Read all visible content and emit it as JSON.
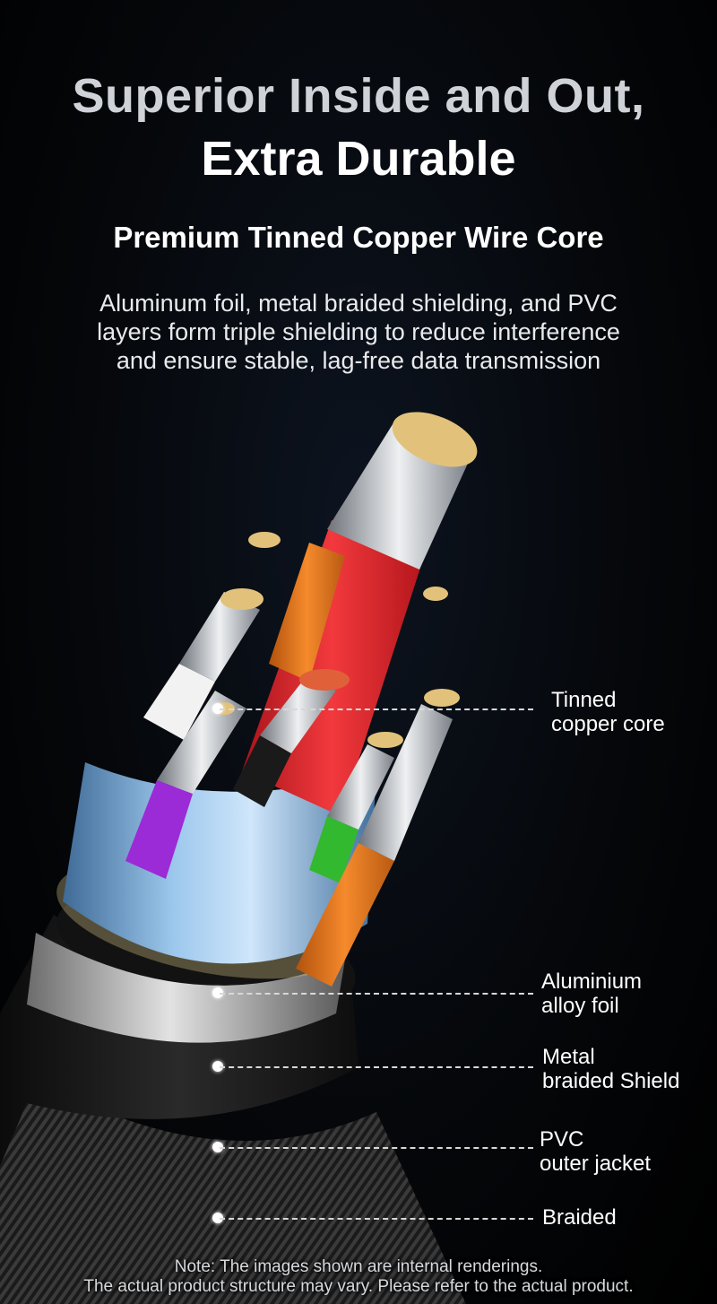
{
  "headline": {
    "line1": "Superior Inside and Out,",
    "line2": "Extra Durable"
  },
  "subtitle": "Premium Tinned Copper Wire Core",
  "description": {
    "line1": "Aluminum foil, metal braided shielding, and PVC",
    "line2": "layers form triple shielding to reduce interference",
    "line3": "and ensure stable, lag-free data transmission"
  },
  "callouts": [
    {
      "line1": "Tinned",
      "line2": "copper core"
    },
    {
      "line1": "Aluminium",
      "line2": "alloy foil"
    },
    {
      "line1": "Metal",
      "line2": "braided Shield"
    },
    {
      "line1": "PVC",
      "line2": "outer jacket"
    },
    {
      "line1": "Braided",
      "line2": ""
    }
  ],
  "note": {
    "line1": "Note: The images shown are internal renderings.",
    "line2": "The actual product structure may vary. Please refer to the actual product."
  },
  "colors": {
    "wire_red": "#e3262b",
    "wire_orange": "#e8751a",
    "wire_green": "#33b92f",
    "wire_purple": "#9b2bd6",
    "wire_white": "#f2f2f2",
    "wire_black": "#1a1a1a",
    "foil_blue": "#6fa6d6",
    "copper_gold": "#e2c27a"
  }
}
